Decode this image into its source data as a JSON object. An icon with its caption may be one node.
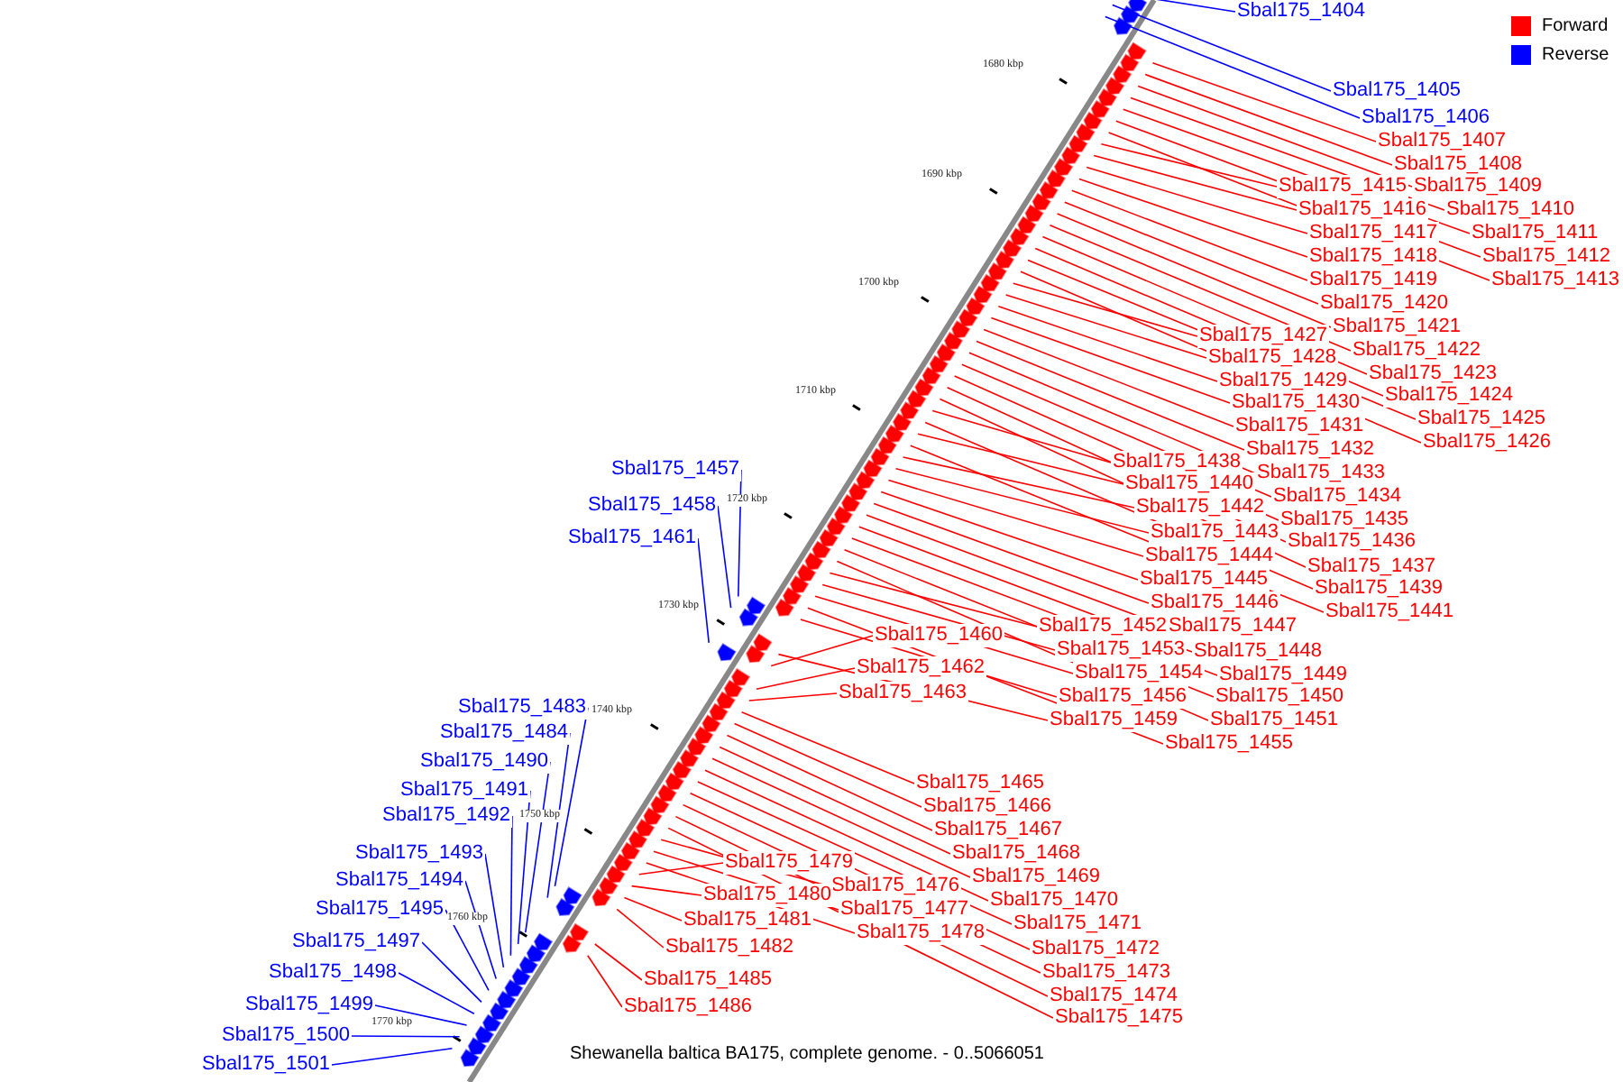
{
  "diagram": {
    "caption": "Shewanella baltica BA175, complete genome. - 0..5066051",
    "nodes": [
      {
        "text": [
          "Sbal175_1404"
        ]
      },
      {
        "text": [
          "Sbal175_1405"
        ]
      },
      {
        "text": [
          "Sbal175_1406"
        ]
      },
      {
        "text": [
          "Sbal175_1407"
        ]
      },
      {
        "text": [
          "Sbal175_1408"
        ]
      },
      {
        "text": [
          "Sbal175_1409"
        ]
      },
      {
        "text": [
          "Sbal175_1410"
        ]
      },
      {
        "text": [
          "Sbal175_1411"
        ]
      },
      {
        "text": [
          "Sbal175_1412"
        ]
      },
      {
        "text": [
          "Sbal175_1413"
        ]
      },
      {
        "text": [
          "Sbal175_1415"
        ]
      },
      {
        "text": [
          "Sbal175_1416"
        ]
      },
      {
        "text": [
          "Sbal175_1417"
        ]
      },
      {
        "text": [
          "Sbal175_1418"
        ]
      },
      {
        "text": [
          "Sbal175_1419"
        ]
      },
      {
        "text": [
          "Sbal175_1420"
        ]
      },
      {
        "text": [
          "Sbal175_1421"
        ]
      },
      {
        "text": [
          "Sbal175_1422"
        ]
      },
      {
        "text": [
          "Sbal175_1423"
        ]
      },
      {
        "text": [
          "Sbal175_1424"
        ]
      },
      {
        "text": [
          "Sbal175_1425"
        ]
      },
      {
        "text": [
          "Sbal175_1426"
        ]
      },
      {
        "text": [
          "Sbal175_1427"
        ]
      },
      {
        "text": [
          "Sbal175_1428"
        ]
      },
      {
        "text": [
          "Sbal175_1429"
        ]
      },
      {
        "text": [
          "Sbal175_1430"
        ]
      },
      {
        "text": [
          "Sbal175_1431"
        ]
      },
      {
        "text": [
          "Sbal175_1432"
        ]
      },
      {
        "text": [
          "Sbal175_1433"
        ]
      },
      {
        "text": [
          "Sbal175_1434"
        ]
      },
      {
        "text": [
          "Sbal175_1435"
        ]
      },
      {
        "text": [
          "Sbal175_1436"
        ]
      },
      {
        "text": [
          "Sbal175_1437"
        ]
      },
      {
        "text": [
          "Sbal175_1438"
        ]
      },
      {
        "text": [
          "Sbal175_1439"
        ]
      },
      {
        "text": [
          "Sbal175_1440"
        ]
      },
      {
        "text": [
          "Sbal175_1441"
        ]
      },
      {
        "text": [
          "Sbal175_1442"
        ]
      },
      {
        "text": [
          "Sbal175_1443"
        ]
      },
      {
        "text": [
          "Sbal175_1444"
        ]
      },
      {
        "text": [
          "Sbal175_1445"
        ]
      },
      {
        "text": [
          "Sbal175_1446"
        ]
      },
      {
        "text": [
          "Sbal175_1447"
        ]
      },
      {
        "text": [
          "Sbal175_1448"
        ]
      },
      {
        "text": [
          "Sbal175_1449"
        ]
      },
      {
        "text": [
          "Sbal175_1450"
        ]
      },
      {
        "text": [
          "Sbal175_1451"
        ]
      },
      {
        "text": [
          "Sbal175_1452"
        ]
      },
      {
        "text": [
          "Sbal175_1453"
        ]
      },
      {
        "text": [
          "Sbal175_1454"
        ]
      },
      {
        "text": [
          "Sbal175_1455"
        ]
      },
      {
        "text": [
          "Sbal175_1456"
        ]
      },
      {
        "text": [
          "Sbal175_1457"
        ]
      },
      {
        "text": [
          "Sbal175_1458"
        ]
      },
      {
        "text": [
          "Sbal175_1459"
        ]
      },
      {
        "text": [
          "Sbal175_1460"
        ]
      },
      {
        "text": [
          "Sbal175_1461"
        ]
      },
      {
        "text": [
          "Sbal175_1462"
        ]
      },
      {
        "text": [
          "Sbal175_1463"
        ]
      },
      {
        "text": [
          "Sbal175_1465"
        ]
      },
      {
        "text": [
          "Sbal175_1466"
        ]
      },
      {
        "text": [
          "Sbal175_1467"
        ]
      },
      {
        "text": [
          "Sbal175_1468"
        ]
      },
      {
        "text": [
          "Sbal175_1469"
        ]
      },
      {
        "text": [
          "Sbal175_1470"
        ]
      },
      {
        "text": [
          "Sbal175_1471"
        ]
      },
      {
        "text": [
          "Sbal175_1472"
        ]
      },
      {
        "text": [
          "Sbal175_1473"
        ]
      },
      {
        "text": [
          "Sbal175_1474"
        ]
      },
      {
        "text": [
          "Sbal175_1475"
        ]
      },
      {
        "text": [
          "Sbal175_1476"
        ]
      },
      {
        "text": [
          "Sbal175_1477"
        ]
      },
      {
        "text": [
          "Sbal175_1478"
        ]
      },
      {
        "text": [
          "Sbal175_1479"
        ]
      },
      {
        "text": [
          "Sbal175_1480"
        ]
      },
      {
        "text": [
          "Sbal175_1481"
        ]
      },
      {
        "text": [
          "Sbal175_1482"
        ]
      },
      {
        "text": [
          "Sbal175_1483"
        ]
      },
      {
        "text": [
          "Sbal175_1484"
        ]
      },
      {
        "text": [
          "Sbal175_1485"
        ]
      },
      {
        "text": [
          "Sbal175_1486"
        ]
      },
      {
        "text": [
          "Sbal175_1490"
        ]
      },
      {
        "text": [
          "Sbal175_1491"
        ]
      },
      {
        "text": [
          "Sbal175_1492"
        ]
      },
      {
        "text": [
          "Sbal175_1493"
        ]
      },
      {
        "text": [
          "Sbal175_1494"
        ]
      },
      {
        "text": [
          "Sbal175_1495"
        ]
      },
      {
        "text": [
          "Sbal175_1497"
        ]
      },
      {
        "text": [
          "Sbal175_1498"
        ]
      },
      {
        "text": [
          "Sbal175_1499"
        ]
      },
      {
        "text": [
          "Sbal175_1500"
        ]
      },
      {
        "text": [
          "Sbal175_1501"
        ]
      }
    ],
    "edges": [
      {
        "from": 0,
        "to": null,
        "arrow": "none",
        "color": "#0000ff"
      },
      {
        "from": 1,
        "to": null,
        "arrow": "none",
        "color": "#0000ff"
      },
      {
        "from": 2,
        "to": null,
        "arrow": "none",
        "color": "#0000ff"
      },
      {
        "from": 3,
        "to": null,
        "arrow": "none"
      },
      {
        "from": 4,
        "to": null,
        "arrow": "none"
      },
      {
        "from": 5,
        "to": null,
        "arrow": "none"
      },
      {
        "from": 6,
        "to": null,
        "arrow": "none"
      },
      {
        "from": 7,
        "to": null,
        "arrow": "none"
      },
      {
        "from": 8,
        "to": null,
        "arrow": "none"
      },
      {
        "from": 9,
        "to": null,
        "arrow": "none"
      },
      {
        "from": 10,
        "to": null,
        "arrow": "none"
      },
      {
        "from": 11,
        "to": null,
        "arrow": "none"
      },
      {
        "from": 12,
        "to": null,
        "arrow": "none"
      },
      {
        "from": 13,
        "to": null,
        "arrow": "none"
      },
      {
        "from": 14,
        "to": null,
        "arrow": "none"
      },
      {
        "from": 15,
        "to": null,
        "arrow": "none"
      },
      {
        "from": 16,
        "to": null,
        "arrow": "none"
      },
      {
        "from": 17,
        "to": null,
        "arrow": "none"
      },
      {
        "from": 18,
        "to": null,
        "arrow": "none"
      },
      {
        "from": 19,
        "to": null,
        "arrow": "none"
      },
      {
        "from": 20,
        "to": null,
        "arrow": "none"
      },
      {
        "from": 21,
        "to": null,
        "arrow": "none"
      },
      {
        "from": 22,
        "to": null,
        "arrow": "none"
      },
      {
        "from": 23,
        "to": null,
        "arrow": "none"
      },
      {
        "from": 24,
        "to": null,
        "arrow": "none"
      },
      {
        "from": 25,
        "to": null,
        "arrow": "none"
      },
      {
        "from": 26,
        "to": null,
        "arrow": "none"
      },
      {
        "from": 27,
        "to": null,
        "arrow": "none"
      },
      {
        "from": 28,
        "to": null,
        "arrow": "none"
      },
      {
        "from": 29,
        "to": null,
        "arrow": "none"
      },
      {
        "from": 30,
        "to": null,
        "arrow": "none"
      },
      {
        "from": 31,
        "to": null,
        "arrow": "none"
      },
      {
        "from": 32,
        "to": null,
        "arrow": "none"
      },
      {
        "from": 33,
        "to": null,
        "arrow": "none"
      },
      {
        "from": 34,
        "to": null,
        "arrow": "none"
      },
      {
        "from": 35,
        "to": null,
        "arrow": "none"
      },
      {
        "from": 36,
        "to": null,
        "arrow": "none"
      },
      {
        "from": 37,
        "to": null,
        "arrow": "none"
      },
      {
        "from": 38,
        "to": null,
        "arrow": "none"
      },
      {
        "from": 39,
        "to": null,
        "arrow": "none"
      },
      {
        "from": 40,
        "to": null,
        "arrow": "none"
      },
      {
        "from": 41,
        "to": null,
        "arrow": "none"
      },
      {
        "from": 42,
        "to": null,
        "arrow": "none"
      },
      {
        "from": 43,
        "to": null,
        "arrow": "none"
      },
      {
        "from": 44,
        "to": null,
        "arrow": "none"
      },
      {
        "from": 45,
        "to": null,
        "arrow": "none"
      },
      {
        "from": 46,
        "to": null,
        "arrow": "none"
      },
      {
        "from": 47,
        "to": null,
        "arrow": "none"
      },
      {
        "from": 48,
        "to": null,
        "arrow": "none"
      },
      {
        "from": 49,
        "to": null,
        "arrow": "none"
      },
      {
        "from": 50,
        "to": null,
        "arrow": "none"
      },
      {
        "from": 51,
        "to": null,
        "arrow": "none"
      },
      {
        "from": 52,
        "to": null,
        "arrow": "none",
        "color": "#0000ff"
      },
      {
        "from": 53,
        "to": null,
        "arrow": "none",
        "color": "#0000ff"
      },
      {
        "from": 54,
        "to": null,
        "arrow": "none"
      },
      {
        "from": 55,
        "to": null,
        "arrow": "none"
      },
      {
        "from": 56,
        "to": null,
        "arrow": "none",
        "color": "#0000ff"
      },
      {
        "from": 57,
        "to": null,
        "arrow": "none"
      },
      {
        "from": 58,
        "to": null,
        "arrow": "none"
      },
      {
        "from": 59,
        "to": null,
        "arrow": "none"
      },
      {
        "from": 60,
        "to": null,
        "arrow": "none"
      },
      {
        "from": 61,
        "to": null,
        "arrow": "none"
      },
      {
        "from": 62,
        "to": null,
        "arrow": "none"
      },
      {
        "from": 63,
        "to": null,
        "arrow": "none"
      },
      {
        "from": 64,
        "to": null,
        "arrow": "none"
      },
      {
        "from": 65,
        "to": null,
        "arrow": "none"
      },
      {
        "from": 66,
        "to": null,
        "arrow": "none"
      },
      {
        "from": 67,
        "to": null,
        "arrow": "none"
      },
      {
        "from": 68,
        "to": null,
        "arrow": "none"
      },
      {
        "from": 69,
        "to": null,
        "arrow": "none"
      },
      {
        "from": 70,
        "to": null,
        "arrow": "none"
      },
      {
        "from": 71,
        "to": null,
        "arrow": "none"
      },
      {
        "from": 72,
        "to": null,
        "arrow": "none"
      },
      {
        "from": 73,
        "to": null,
        "arrow": "none"
      },
      {
        "from": 74,
        "to": null,
        "arrow": "none"
      },
      {
        "from": 75,
        "to": null,
        "arrow": "none"
      },
      {
        "from": 76,
        "to": null,
        "arrow": "none"
      },
      {
        "from": 77,
        "to": null,
        "arrow": "none",
        "color": "#0000ff"
      },
      {
        "from": 78,
        "to": null,
        "arrow": "none",
        "color": "#0000ff"
      },
      {
        "from": 79,
        "to": null,
        "arrow": "none"
      },
      {
        "from": 80,
        "to": null,
        "arrow": "none"
      },
      {
        "from": 81,
        "to": null,
        "arrow": "none",
        "color": "#0000ff"
      },
      {
        "from": 82,
        "to": null,
        "arrow": "none",
        "color": "#0000ff"
      },
      {
        "from": 83,
        "to": null,
        "arrow": "none",
        "color": "#0000ff"
      },
      {
        "from": 84,
        "to": null,
        "arrow": "none",
        "color": "#0000ff"
      },
      {
        "from": 85,
        "to": null,
        "arrow": "none",
        "color": "#0000ff"
      },
      {
        "from": 86,
        "to": null,
        "arrow": "none",
        "color": "#0000ff"
      },
      {
        "from": 87,
        "to": null,
        "arrow": "none",
        "color": "#0000ff"
      },
      {
        "from": 88,
        "to": null,
        "arrow": "none",
        "color": "#0000ff"
      },
      {
        "from": 89,
        "to": null,
        "arrow": "none",
        "color": "#0000ff"
      },
      {
        "from": 90,
        "to": null,
        "arrow": "none",
        "color": "#0000ff"
      },
      {
        "from": 91,
        "to": null,
        "arrow": "none",
        "color": "#0000ff"
      }
    ],
    "labels": [
      "1680 kbp",
      "1690 kbp",
      "1700 kbp",
      "1710 kbp",
      "1720 kbp",
      "1730 kbp",
      "1740 kbp",
      "1750 kbp",
      "1760 kbp",
      "1770 kbp"
    ],
    "legend": [
      {
        "text": "Forward",
        "color": "#ff0000"
      },
      {
        "text": "Reverse",
        "color": "#0000ff"
      }
    ]
  }
}
